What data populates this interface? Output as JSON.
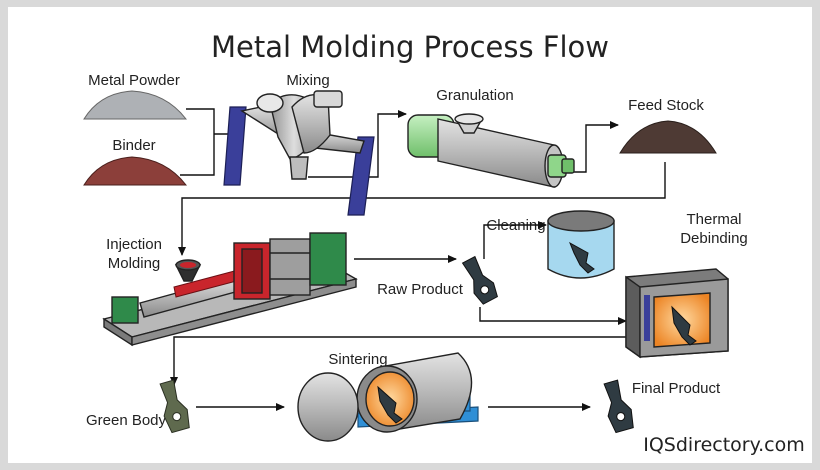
{
  "title": "Metal Molding Process Flow",
  "stages": {
    "metal_powder": "Metal Powder",
    "binder": "Binder",
    "mixing": "Mixing",
    "granulation": "Granulation",
    "feed_stock": "Feed Stock",
    "injection_molding_1": "Injection",
    "injection_molding_2": "Molding",
    "cleaning": "Cleaning",
    "thermal_debinding_1": "Thermal",
    "thermal_debinding_2": "Debinding",
    "raw_product": "Raw Product",
    "green_body": "Green Body",
    "sintering": "Sintering",
    "final_product": "Final Product"
  },
  "brand": "IQSdirectory.com",
  "colors": {
    "metal_powder": "#aeb1b5",
    "binder": "#8c3f3a",
    "feed_stock": "#4e3a34",
    "mixer_stand": "#3a3f9a",
    "granulator_green": "#8fd68a",
    "molding_red": "#c9252c",
    "molding_green": "#2f8a4a",
    "part_dark": "#2f3b42",
    "green_body": "#5f6a4e",
    "furnace_orange": "#f1902c",
    "sintering_blue": "#2f8fd6",
    "cleaning_water": "#a6d8ef"
  }
}
